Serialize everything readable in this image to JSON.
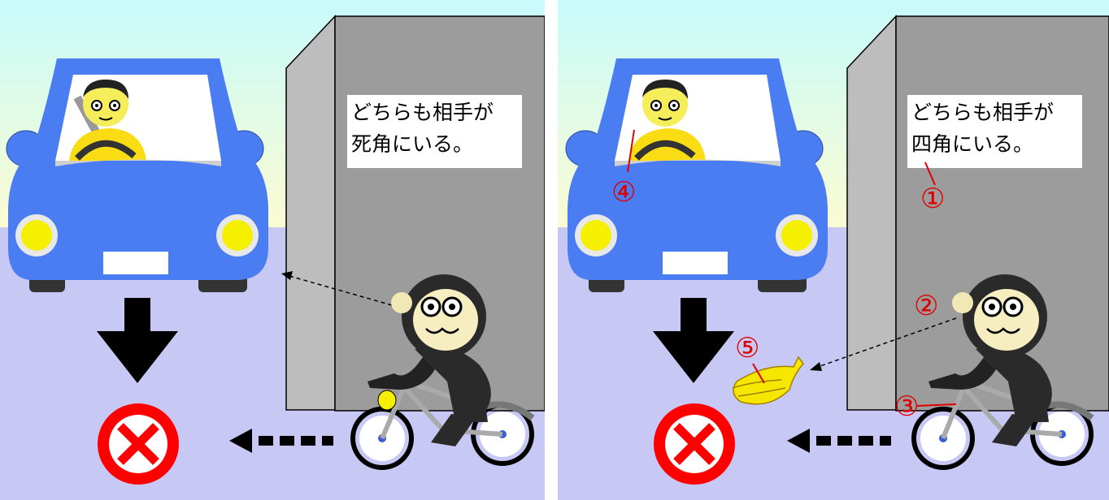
{
  "panels": [
    {
      "caption": {
        "line1": "どちらも相手が",
        "line2": "死角にいる。"
      },
      "markers": []
    },
    {
      "caption": {
        "line1": "どちらも相手が",
        "line2": "四角にいる。"
      },
      "markers": [
        "①",
        "②",
        "③",
        "④",
        "⑤"
      ]
    }
  ],
  "colors": {
    "sky_top": "#c8fbfb",
    "sky_bottom": "#fbfbd2",
    "road": "#c8c8f4",
    "car_body": "#4a7cf2",
    "wall": "#a0a0a0",
    "no_entry": "#ff0000",
    "marker": "#e00000"
  },
  "icons": [
    "blue-car-icon",
    "driver-icon",
    "wall-icon",
    "monkey-cyclist-icon",
    "bicycle-icon",
    "down-arrow-icon",
    "left-dashed-arrow-icon",
    "no-entry-icon",
    "banana-icon"
  ]
}
